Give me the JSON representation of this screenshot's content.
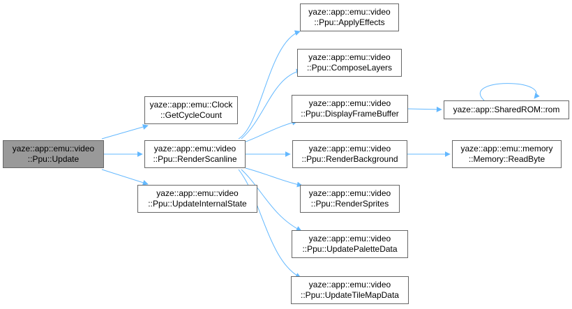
{
  "graph": {
    "colors": {
      "edge": "#63b8ff",
      "node_border": "#666666",
      "root_fill": "#999999",
      "node_fill": "#ffffff"
    },
    "nodes": {
      "update": [
        "yaze::app::emu::video",
        "::Ppu::Update"
      ],
      "get_cycle_count": [
        "yaze::app::emu::Clock",
        "::GetCycleCount"
      ],
      "render_scanline": [
        "yaze::app::emu::video",
        "::Ppu::RenderScanline"
      ],
      "update_internal_state": [
        "yaze::app::emu::video",
        "::Ppu::UpdateInternalState"
      ],
      "apply_effects": [
        "yaze::app::emu::video",
        "::Ppu::ApplyEffects"
      ],
      "compose_layers": [
        "yaze::app::emu::video",
        "::Ppu::ComposeLayers"
      ],
      "display_frame_buffer": [
        "yaze::app::emu::video",
        "::Ppu::DisplayFrameBuffer"
      ],
      "render_background": [
        "yaze::app::emu::video",
        "::Ppu::RenderBackground"
      ],
      "render_sprites": [
        "yaze::app::emu::video",
        "::Ppu::RenderSprites"
      ],
      "update_palette_data": [
        "yaze::app::emu::video",
        "::Ppu::UpdatePaletteData"
      ],
      "update_tile_map_data": [
        "yaze::app::emu::video",
        "::Ppu::UpdateTileMapData"
      ],
      "shared_rom": [
        "yaze::app::SharedROM::rom"
      ],
      "read_byte": [
        "yaze::app::emu::memory",
        "::Memory::ReadByte"
      ]
    },
    "edges": [
      [
        "update",
        "get_cycle_count"
      ],
      [
        "update",
        "render_scanline"
      ],
      [
        "update",
        "update_internal_state"
      ],
      [
        "render_scanline",
        "apply_effects"
      ],
      [
        "render_scanline",
        "compose_layers"
      ],
      [
        "render_scanline",
        "display_frame_buffer"
      ],
      [
        "render_scanline",
        "render_background"
      ],
      [
        "render_scanline",
        "render_sprites"
      ],
      [
        "render_scanline",
        "update_palette_data"
      ],
      [
        "render_scanline",
        "update_tile_map_data"
      ],
      [
        "display_frame_buffer",
        "shared_rom"
      ],
      [
        "shared_rom",
        "shared_rom"
      ],
      [
        "render_background",
        "read_byte"
      ]
    ]
  }
}
